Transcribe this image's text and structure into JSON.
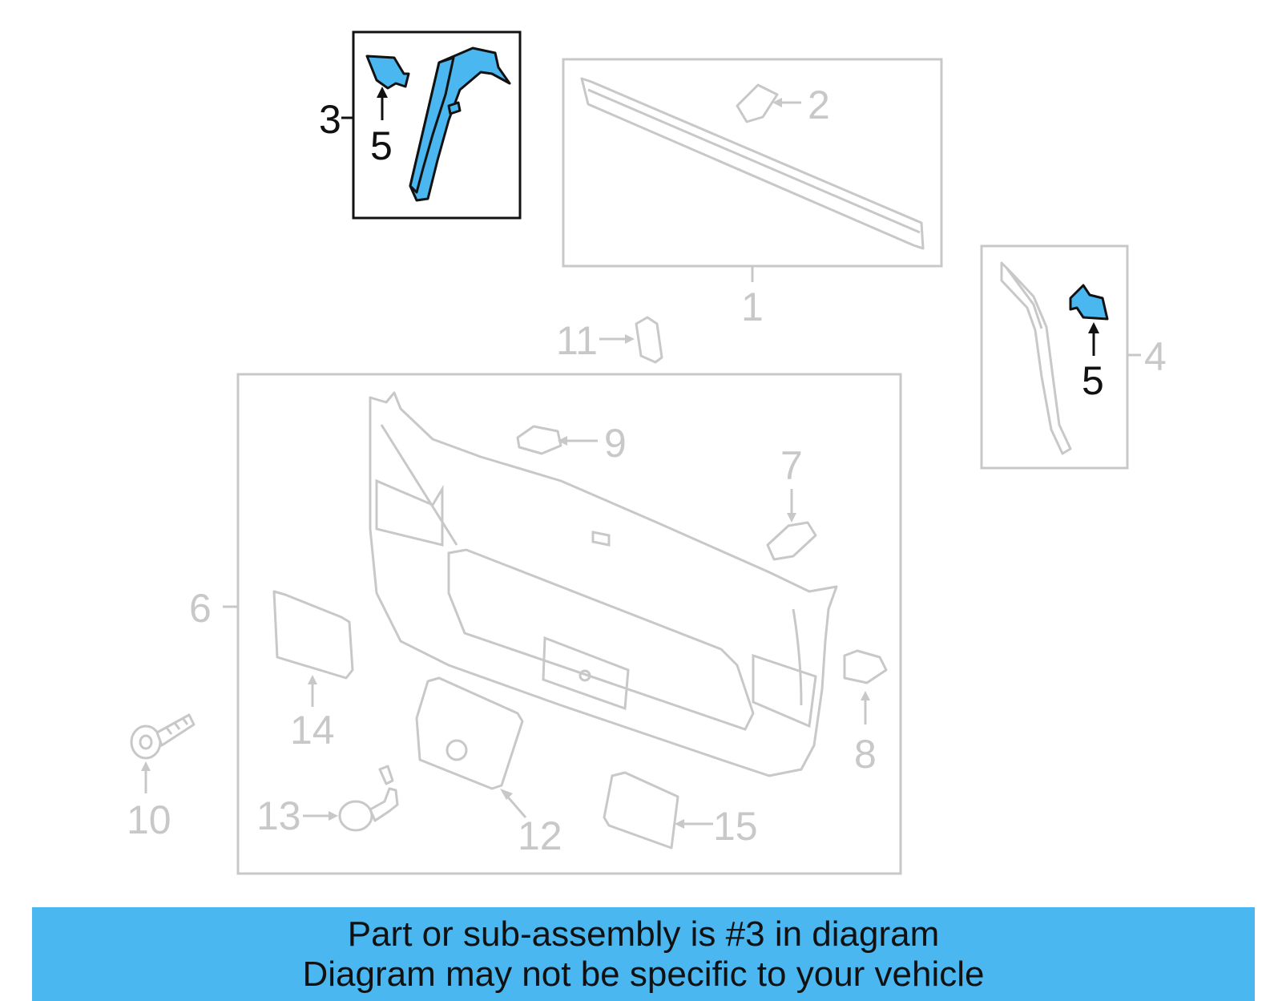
{
  "callouts": {
    "c1": "1",
    "c2": "2",
    "c3": "3",
    "c4": "4",
    "c5a": "5",
    "c5b": "5",
    "c6": "6",
    "c7": "7",
    "c8": "8",
    "c9": "9",
    "c10": "10",
    "c11": "11",
    "c12": "12",
    "c13": "13",
    "c14": "14",
    "c15": "15"
  },
  "banner": {
    "line1": "Part or sub-assembly is #3 in diagram",
    "line2": "Diagram may not be specific to your vehicle"
  },
  "colors": {
    "highlight": "#4ab7f0",
    "inactive": "#c8c8c8",
    "outline": "#111111"
  }
}
